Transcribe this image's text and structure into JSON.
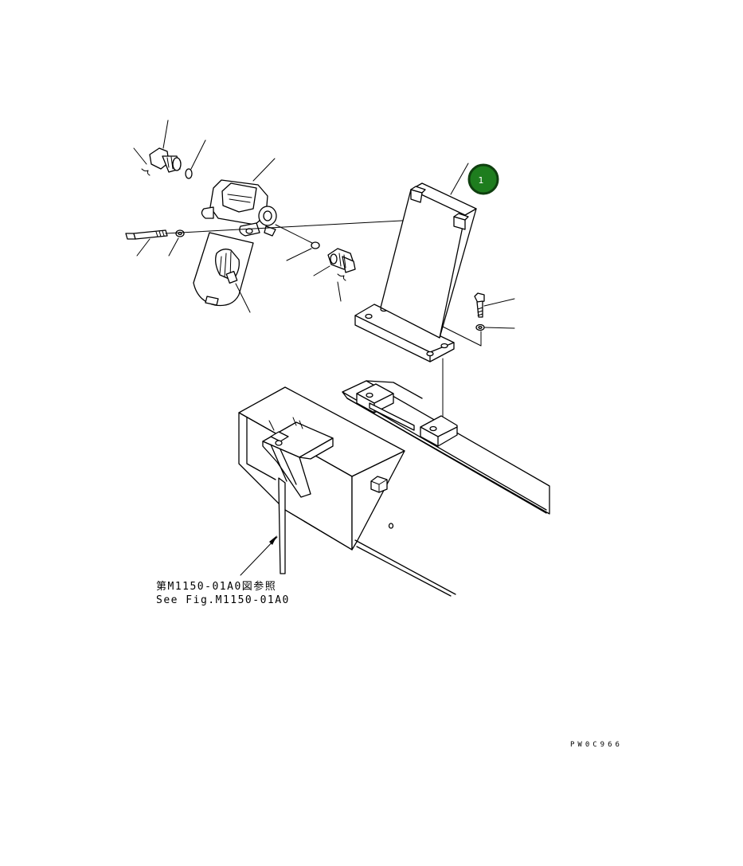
{
  "reference_note": {
    "line_jp": "第M1150-01A0図参照",
    "line_en": "See Fig.M1150-01A0"
  },
  "drawing_code": "PW0C966",
  "callout": {
    "number": "1",
    "color": "#1e7d1e"
  }
}
